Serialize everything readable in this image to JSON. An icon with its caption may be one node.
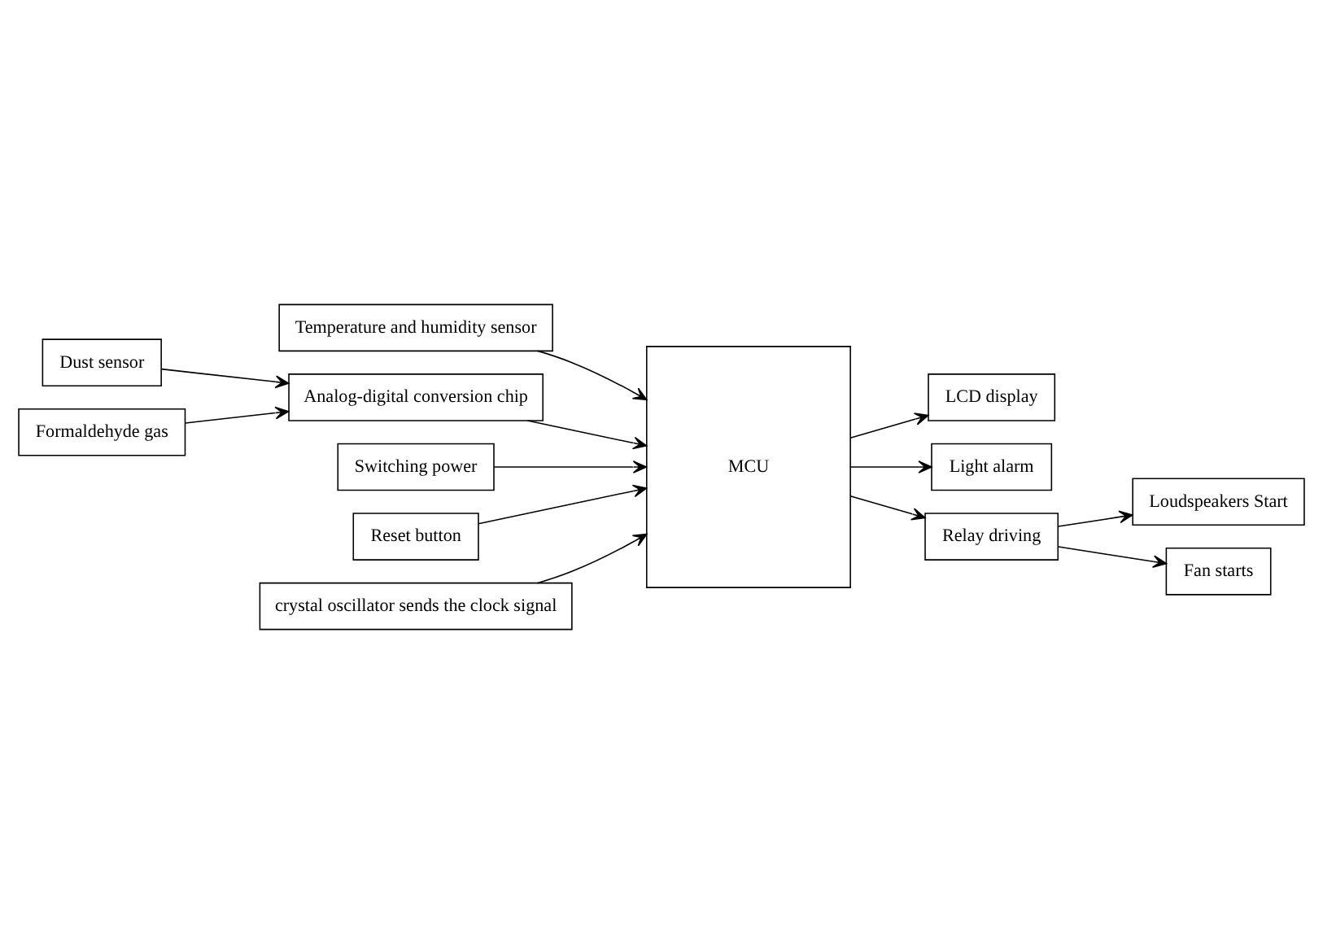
{
  "diagram": {
    "nodes": [
      {
        "text": [
          "LCD display"
        ]
      },
      {
        "text": [
          "Temperature and humidity sensor"
        ]
      },
      {
        "text": [
          "MCU"
        ]
      },
      {
        "text": [
          "Light alarm"
        ]
      },
      {
        "text": [
          "Analog-digital conversion chip"
        ]
      },
      {
        "text": [
          "Relay driving"
        ]
      },
      {
        "text": [
          "Dust sensor"
        ]
      },
      {
        "text": [
          "Formaldehyde gas"
        ]
      },
      {
        "text": [
          "Switching power"
        ]
      },
      {
        "text": [
          "Reset button"
        ]
      },
      {
        "text": [
          "crystal oscillator sends the clock signal"
        ]
      },
      {
        "text": [
          "Loudspeakers Start"
        ]
      },
      {
        "text": [
          "Fan starts"
        ]
      }
    ],
    "edges": [
      {
        "from": 2,
        "to": 0,
        "arrow": "to"
      },
      {
        "from": 1,
        "to": 2,
        "arrow": "to"
      },
      {
        "from": 2,
        "to": 3,
        "arrow": "to"
      },
      {
        "from": 4,
        "to": 2,
        "arrow": "to"
      },
      {
        "from": 2,
        "to": 5,
        "arrow": "to"
      },
      {
        "from": 6,
        "to": 4,
        "arrow": "to"
      },
      {
        "from": 7,
        "to": 4,
        "arrow": "to"
      },
      {
        "from": 8,
        "to": 2,
        "arrow": "to"
      },
      {
        "from": 9,
        "to": 2,
        "arrow": "to"
      },
      {
        "from": 10,
        "to": 2,
        "arrow": "to"
      },
      {
        "from": 5,
        "to": 11,
        "arrow": "to"
      },
      {
        "from": 5,
        "to": 12,
        "arrow": "to"
      }
    ]
  }
}
